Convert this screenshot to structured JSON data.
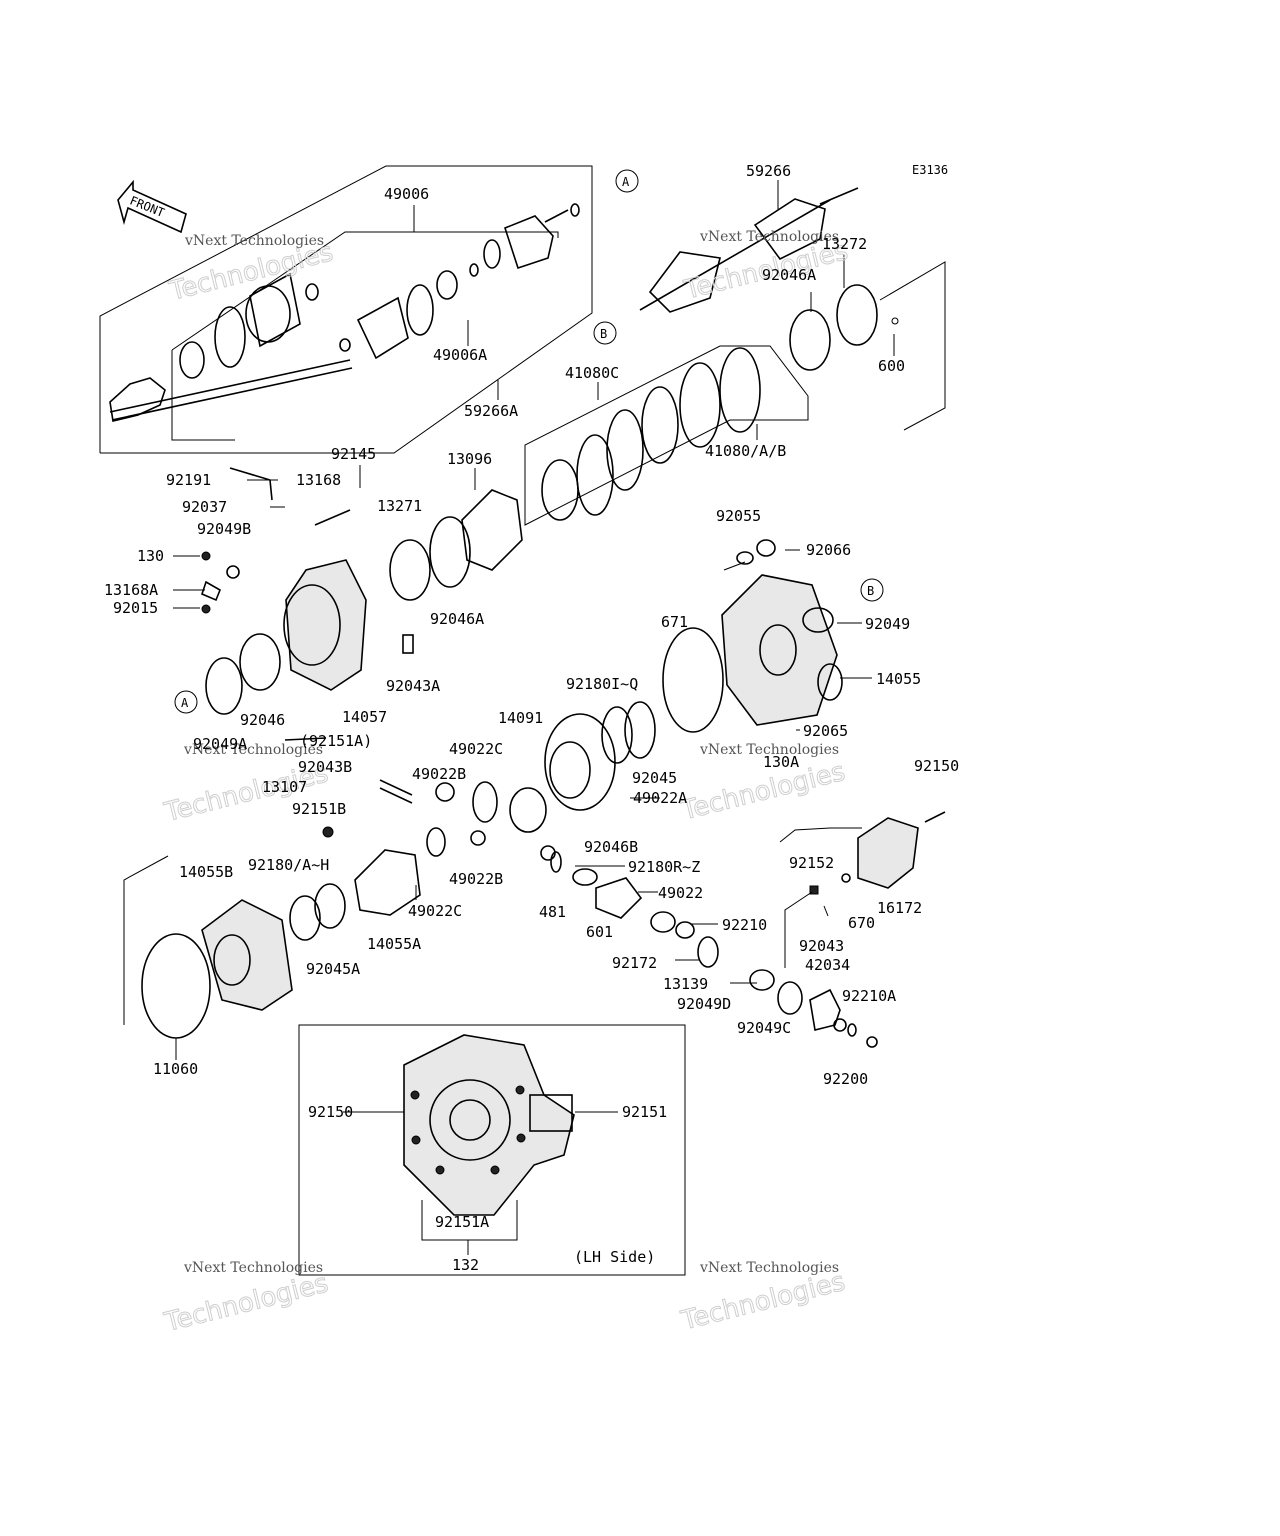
{
  "diagram_code": "E3136",
  "front_label": "FRONT",
  "watermark_line1": "vNext Technologies",
  "watermark_line2": "vNext Technologies",
  "lh_side_label": "(LH Side)",
  "circle_markers": [
    "A",
    "B",
    "A",
    "B"
  ],
  "part_labels": [
    "49006",
    "59266",
    "13272",
    "92046A",
    "600",
    "49006A",
    "59266A",
    "41080C",
    "41080/A/B",
    "92145",
    "13096",
    "92191",
    "13168",
    "92037",
    "13271",
    "92049B",
    "130",
    "13168A",
    "92015",
    "92046A",
    "92043A",
    "14057",
    "92046",
    "92049A",
    "(92151A)",
    "92055",
    "92066",
    "92049",
    "671",
    "14055",
    "92180I~Q",
    "14091",
    "92065",
    "130A",
    "49022C",
    "92045",
    "49022A",
    "92043B",
    "49022B",
    "13107",
    "92151B",
    "92150",
    "92180/A~H",
    "14055B",
    "49022B",
    "49022C",
    "14055A",
    "92045A",
    "11060",
    "92046B",
    "92180R~Z",
    "49022",
    "481",
    "601",
    "92210",
    "92152",
    "16172",
    "670",
    "92172",
    "92043",
    "42034",
    "13139",
    "92049D",
    "92210A",
    "92049C",
    "92200",
    "92150",
    "92151",
    "92151A",
    "132"
  ]
}
